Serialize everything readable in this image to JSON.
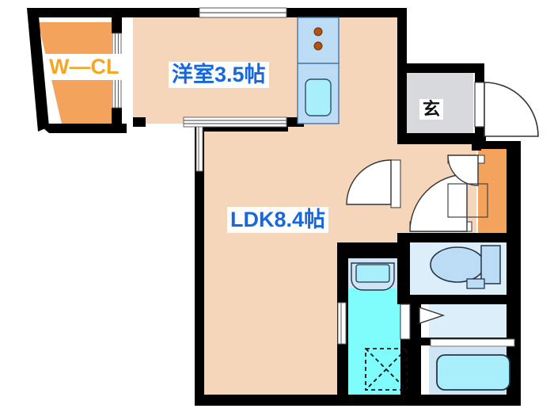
{
  "plan": {
    "type": "floor-plan",
    "property_type": "1LDK apartment",
    "unit_system": "jo (tatami mats)",
    "rooms": [
      {
        "id": "wcl",
        "label": "W—CL",
        "name_en": "walk-in closet",
        "area": null,
        "floor_color": "#f3a35c",
        "label_color": "#f5a623"
      },
      {
        "id": "yoshitsu",
        "label": "洋室3.5帖",
        "name_en": "Western-style room",
        "area": "3.5",
        "floor_color": "#f6d6ba",
        "label_color": "#1668dc"
      },
      {
        "id": "ldk",
        "label": "LDK8.4帖",
        "name_en": "living dining kitchen",
        "area": "8.4",
        "floor_color": "#f6d6ba",
        "label_color": "#1668dc"
      },
      {
        "id": "genkan",
        "label": "玄",
        "name_en": "entrance",
        "area": null,
        "floor_color": "#d8d9dd",
        "label_color": "#111111"
      },
      {
        "id": "toilet",
        "label": "",
        "name_en": "toilet room",
        "area": null,
        "floor_color": "#ddeefb",
        "label_color": "#111111"
      },
      {
        "id": "washroom",
        "label": "",
        "name_en": "washroom / laundry",
        "area": null,
        "floor_color": "#7ffcfc",
        "label_color": "#111111"
      },
      {
        "id": "bath",
        "label": "",
        "name_en": "bathroom",
        "area": null,
        "floor_color": "#cfe4f5",
        "label_color": "#111111"
      },
      {
        "id": "closet2",
        "label": "",
        "name_en": "hallway closet",
        "area": null,
        "floor_color": "#f3a35c",
        "label_color": "#f5a623"
      }
    ],
    "fixtures": [
      {
        "id": "stove",
        "name_en": "two-burner stove"
      },
      {
        "id": "sink-kitchen",
        "name_en": "kitchen sink"
      },
      {
        "id": "toilet-bowl",
        "name_en": "western toilet with tank"
      },
      {
        "id": "vanity-sink",
        "name_en": "vanity wash basin"
      },
      {
        "id": "bathtub",
        "name_en": "bathtub"
      },
      {
        "id": "washer-space",
        "name_en": "washing machine space"
      }
    ],
    "openings": [
      {
        "id": "entrance-door",
        "name_en": "entrance swing door"
      },
      {
        "id": "window-bedroom",
        "name_en": "bedroom window"
      },
      {
        "id": "sliding-wcl",
        "name_en": "closet sliding doors"
      },
      {
        "id": "sliding-bedroom",
        "name_en": "bedroom sliding door"
      },
      {
        "id": "door-ldk",
        "name_en": "LDK swing door"
      },
      {
        "id": "door-hall",
        "name_en": "hallway swing door"
      },
      {
        "id": "door-toilet",
        "name_en": "toilet swing door"
      },
      {
        "id": "door-washroom",
        "name_en": "washroom door"
      },
      {
        "id": "door-bath",
        "name_en": "bathroom folding door"
      }
    ],
    "colors": {
      "wall": "#000000",
      "floor_warm": "#f6d6ba",
      "closet_orange": "#f3a35c",
      "water_cyan": "#7ffcfc",
      "water_light": "#ddeefb",
      "tile_gray": "#d8d9dd",
      "label_blue": "#1668dc",
      "label_orange": "#f5a623"
    }
  }
}
